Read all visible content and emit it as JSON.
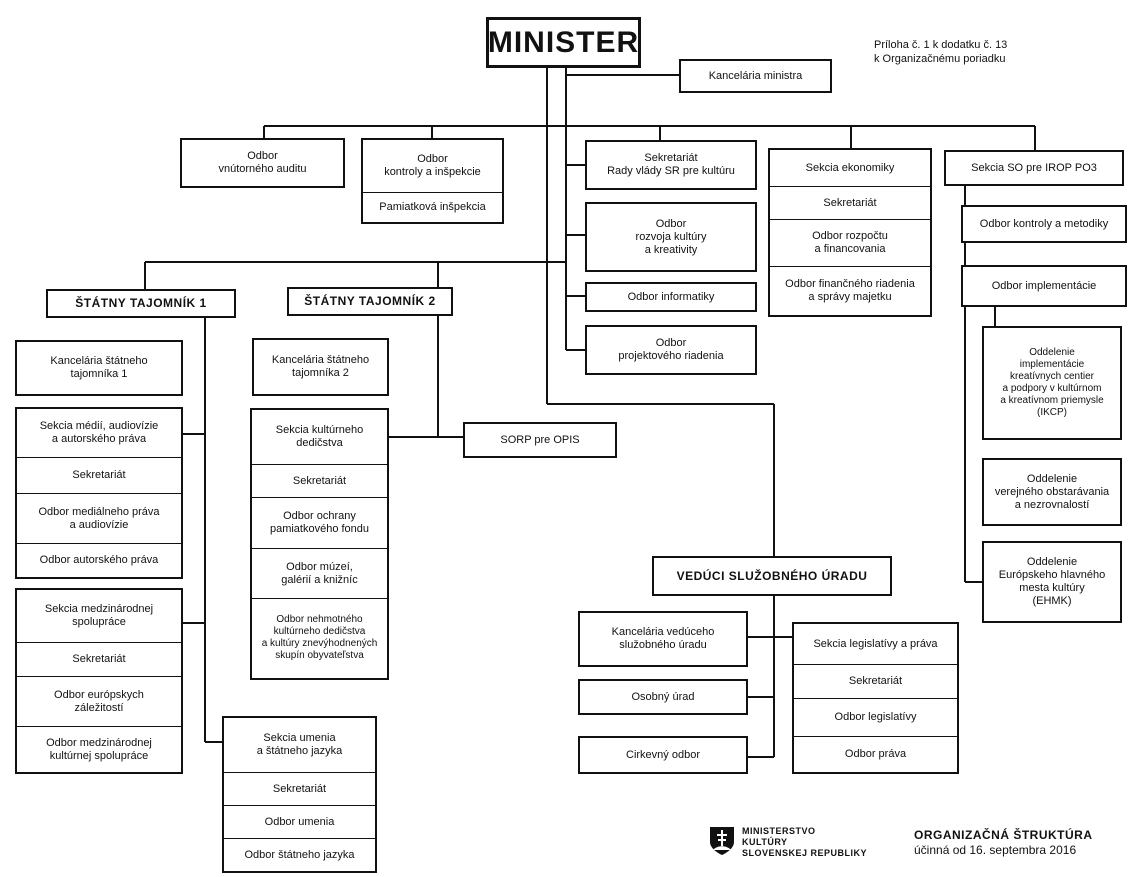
{
  "annex_note": "Príloha č. 1 k dodatku č. 13\nk Organizačnému poriadku",
  "minister": "MINISTER",
  "kancelaria_ministra": "Kancelária ministra",
  "odbor_auditu": "Odbor\nvnútorného auditu",
  "odbor_kontroly": [
    "Odbor\nkontroly a inšpekcie",
    "Pamiatková inšpekcia"
  ],
  "sekretariat_rady": "Sekretariát\nRady vlády SR pre kultúru",
  "odbor_rozvoja": "Odbor\nrozvoja kultúry\na kreativity",
  "odbor_informatiky": "Odbor informatiky",
  "odbor_projektoveho": "Odbor\nprojektového riadenia",
  "sekcia_ekonomiky": [
    "Sekcia ekonomiky",
    "Sekretariát",
    "Odbor rozpočtu\na financovania",
    "Odbor finančného riadenia\na správy majetku"
  ],
  "sekcia_so": "Sekcia SO pre IROP PO3",
  "odbor_kontroly_metodiky": "Odbor kontroly a metodiky",
  "odbor_implementacie": "Odbor implementácie",
  "oddelenie_icp": "Oddelenie\nimplementácie\nkreatívnych centier\na podpory v kultúrnom\na kreatívnom priemysle\n(IKCP)",
  "oddelenie_vo": "Oddelenie\nverejného obstarávania\na nezrovnalostí",
  "oddelenie_ehmk": "Oddelenie\nEurópskeho hlavného\nmesta kultúry\n(EHMK)",
  "st1": {
    "title": "ŠTÁTNY TAJOMNÍK 1",
    "kancelaria": "Kancelária štátneho\ntajomníka 1",
    "sekcia_medii": [
      "Sekcia médií, audiovízie\na autorského práva",
      "Sekretariát",
      "Odbor mediálneho práva\na audiovízie",
      "Odbor autorského práva"
    ],
    "sekcia_medzinarodnej": [
      "Sekcia medzinárodnej\nspolupráce",
      "Sekretariát",
      "Odbor európskych\nzáležitostí",
      "Odbor medzinárodnej\nkultúrnej spolupráce"
    ],
    "sekcia_umenia": [
      "Sekcia umenia\na štátneho jazyka",
      "Sekretariát",
      "Odbor umenia",
      "Odbor štátneho jazyka"
    ]
  },
  "st2": {
    "title": "ŠTÁTNY TAJOMNÍK 2",
    "kancelaria": "Kancelária štátneho\ntajomníka 2",
    "sekcia_dedicstva": [
      "Sekcia kultúrneho\ndedičstva",
      "Sekretariát",
      "Odbor ochrany\npamiatkového fondu",
      "Odbor múzeí,\ngalérií a knižníc",
      "Odbor nehmotného\nkultúrneho dedičstva\na kultúry znevýhodnených\nskupín obyvateľstva"
    ],
    "sorp": "SORP pre OPIS"
  },
  "vsu": {
    "title": "VEDÚCI SLUŽOBNÉHO ÚRADU",
    "kancelaria": "Kancelária vedúceho\nslužobného úradu",
    "osobny": "Osobný úrad",
    "cirkevny": "Cirkevný odbor",
    "sekcia_legislativy": [
      "Sekcia legislatívy a práva",
      "Sekretariát",
      "Odbor legislatívy",
      "Odbor práva"
    ]
  },
  "logo_text": "MINISTERSTVO\nKULTÚRY\nSLOVENSKEJ REPUBLIKY",
  "footer_title": "ORGANIZAČNÁ ŠTRUKTÚRA",
  "footer_date": "účinná od 16. septembra 2016",
  "colors": {
    "line": "#111111",
    "box_border": "#111111",
    "background": "#ffffff"
  }
}
